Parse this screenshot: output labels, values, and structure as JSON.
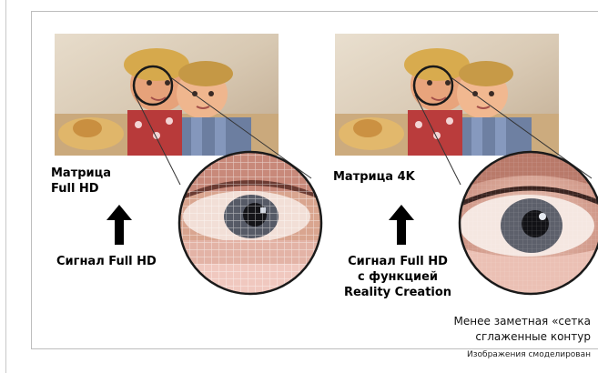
{
  "left_panel": {
    "matrix_label_line1": "Матрица",
    "matrix_label_line2": "Full HD",
    "signal_label": "Сигнал Full HD"
  },
  "right_panel": {
    "matrix_label": "Матрица 4K",
    "signal_label_line1": "Сигнал Full HD",
    "signal_label_line2": "с функцией",
    "signal_label_line3": "Reality Creation"
  },
  "notes": {
    "line1": "Менее заметная «сетка",
    "line2": "сглаженные контур",
    "line3": "Изображения смоделирован"
  },
  "colors": {
    "arrow": "#000000",
    "border": "#bdbdbd",
    "background": "#ffffff"
  }
}
